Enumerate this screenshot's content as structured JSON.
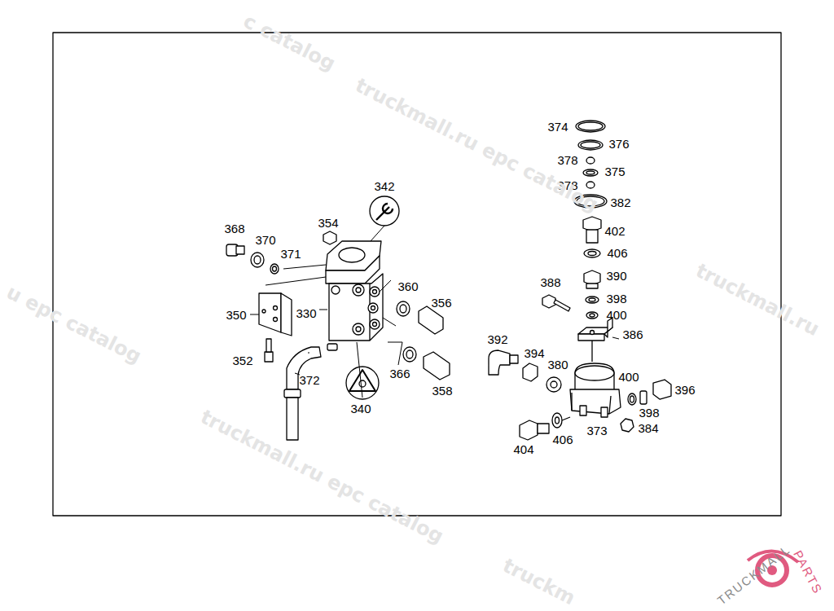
{
  "diagram": {
    "labels": [
      "374",
      "376",
      "378",
      "375",
      "378",
      "382",
      "402",
      "406",
      "390",
      "388",
      "398",
      "400",
      "386",
      "392",
      "394",
      "380",
      "400",
      "396",
      "398",
      "384",
      "373",
      "404",
      "406",
      "342",
      "368",
      "370",
      "371",
      "354",
      "360",
      "356",
      "350",
      "330",
      "352",
      "372",
      "366",
      "358",
      "340",
      "c catalog",
      "truckmall.ru epc catalog",
      "truckmall.ru",
      "u epc catalog",
      "truckmall.ru epc catalog",
      "truckm",
      "TRUCKMALL",
      "PARTS"
    ]
  }
}
